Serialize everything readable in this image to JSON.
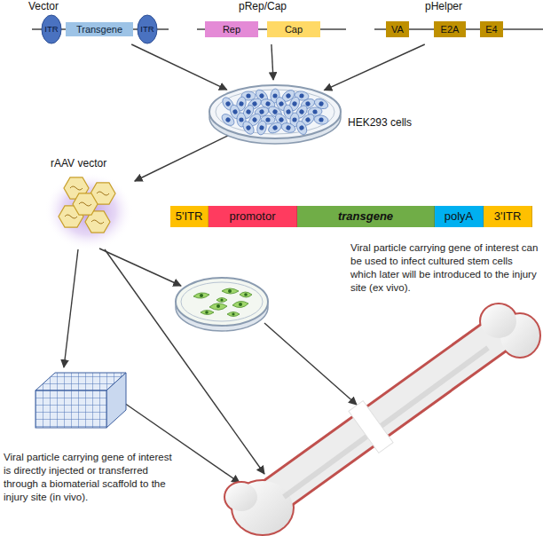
{
  "diagram": {
    "nodes": [
      {
        "text": [
          "Vector"
        ]
      },
      {
        "text": [
          "ITR"
        ],
        "in": 0
      },
      {
        "text": [
          "Transgene"
        ],
        "in": 0
      },
      {
        "text": [
          "ITR"
        ],
        "in": 0
      },
      {
        "text": [
          "pRep/Cap"
        ]
      },
      {
        "text": [
          "Rep"
        ],
        "in": 4
      },
      {
        "text": [
          "Cap"
        ],
        "in": 4
      },
      {
        "text": [
          "pHelper"
        ]
      },
      {
        "text": [
          "VA"
        ],
        "in": 7
      },
      {
        "text": [
          "E2A"
        ],
        "in": 7
      },
      {
        "text": [
          "E4"
        ],
        "in": 7
      },
      {
        "text": [
          "HEK293 cells"
        ]
      },
      {
        "text": [
          "rAAV vector"
        ]
      },
      {
        "text": [
          "5'ITR"
        ]
      },
      {
        "text": [
          "promotor"
        ]
      },
      {
        "text": [
          "transgene"
        ]
      },
      {
        "text": [
          "polyA"
        ]
      },
      {
        "text": [
          "3'ITR"
        ]
      }
    ],
    "edges": [
      {
        "from": 0,
        "to": 11,
        "arrow": "to"
      },
      {
        "from": 4,
        "to": 11,
        "arrow": "to"
      },
      {
        "from": 7,
        "to": 11,
        "arrow": "to"
      },
      {
        "from": 11,
        "to": 12,
        "arrow": "to"
      }
    ],
    "labels": [
      "Viral particle carrying gene of interest can be used to infect cultured stem cells which later will be introduced to the injury site (ex vivo).",
      "Viral particle carrying gene of interest is directly injected or transferred through a biomaterial scaffold to the injury site (in vivo)."
    ]
  }
}
